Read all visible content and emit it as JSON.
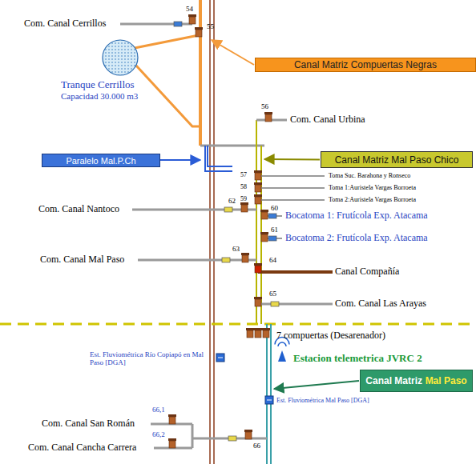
{
  "diagram": {
    "nodes": [
      {
        "text": [
          "Canal Matriz Compuertas Negras"
        ]
      },
      {
        "text": [
          "Tranque Cerrillos",
          "Capacidad 30.000 m3"
        ]
      },
      {
        "text": [
          "Paralelo Mal.P.Ch"
        ]
      },
      {
        "text": [
          "Canal Matriz Mal Paso Chico"
        ]
      },
      {
        "text": [
          "Canal Matriz",
          "Mal Paso"
        ]
      }
    ],
    "labels": [
      "Com. Canal Cerrillos",
      "54",
      "55",
      "56",
      "Com. Canal Urbina",
      "57",
      "58",
      "59",
      "Toma Suc. Barahona y Ronseco",
      "Toma 1:Auristela Vargas Borroeta",
      "Toma 2:Auristela Vargas Borroeta",
      "Com. Canal Nantoco",
      "62",
      "60",
      "Bocatoma 1: Frutícola Exp. Atacama",
      "61",
      "Bocatoma 2: Frutícola Exp. Atacama",
      "Com. Canal Mal Paso",
      "63",
      "64",
      "Canal Compañía",
      "65",
      "Com. Canal Las Arayas",
      "7 compuertas (Desarenador)",
      "Est. Fluviométrica Río Copiapó en Mal Paso [DGA]",
      "Estacion telemetrica JVRC 2",
      "Est. Fluviométrica Mal Paso [DGA]",
      "66,1",
      "Com. Canal San Román",
      "66,2",
      "Com. Canal Cancha Carrera",
      "66"
    ]
  }
}
